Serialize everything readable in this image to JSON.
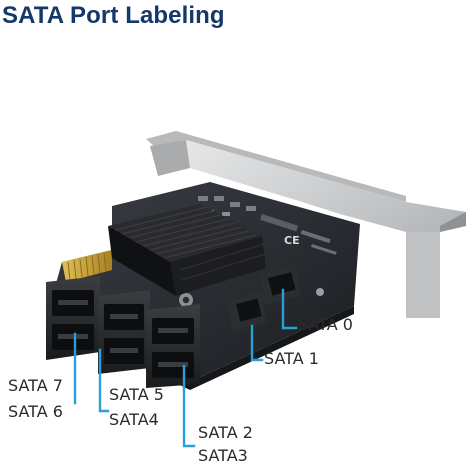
{
  "title": "SATA Port Labeling",
  "labels": {
    "sata0": "SATA 0",
    "sata1": "SATA 1",
    "sata7": "SATA 7",
    "sata6": "SATA 6",
    "sata5": "SATA 5",
    "sata4": "SATA4",
    "sata2": "SATA 2",
    "sata3": "SATA3"
  },
  "colors": {
    "title": "#15386b",
    "leader": "#2a9fd6",
    "pcb": "#23262b",
    "bracket": "#c9cbcd",
    "heatsink": "#18191b",
    "gold": "#c9a23a",
    "label_text": "#2b2b2b"
  },
  "icons": [
    "ce-mark-icon"
  ]
}
